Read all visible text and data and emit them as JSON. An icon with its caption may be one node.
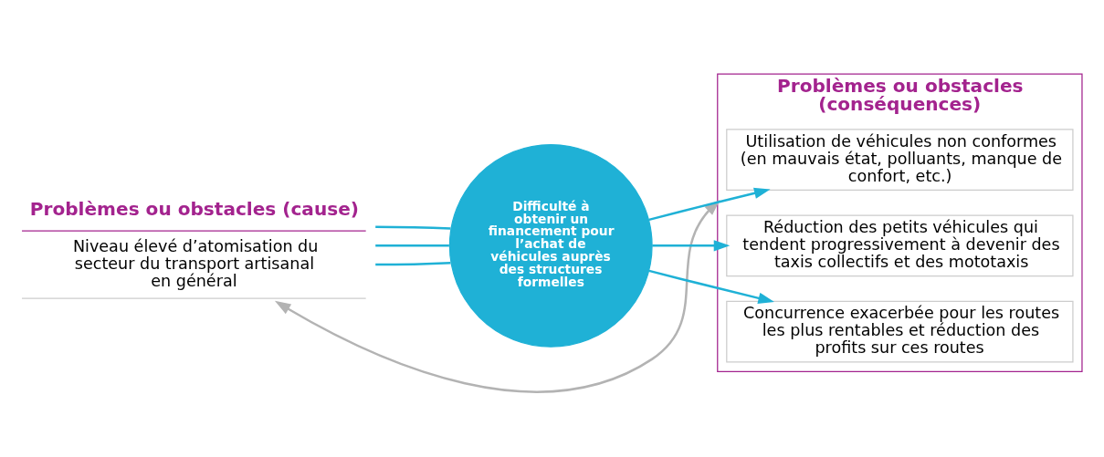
{
  "diagram": {
    "nodes": [
      {
        "text": [
          "Problèmes ou obstacles (cause)",
          "Niveau élevé d’atomisation du secteur du transport artisanal en général"
        ]
      },
      {
        "text": [
          "Difficulté à obtenir un financement pour l’achat de véhicules auprès des structures formelles"
        ]
      },
      {
        "text": [
          "Problèmes ou obstacles (conséquences)"
        ]
      },
      {
        "text": [
          "Utilisation de véhicules non conformes (en mauvais état, polluants, manque de confort, etc.)"
        ],
        "in": 2
      },
      {
        "text": [
          "Réduction des petits véhicules qui tendent progressivement à devenir des taxis collectifs et des mototaxis"
        ],
        "in": 2
      },
      {
        "text": [
          "Concurrence exacerbée pour les routes les plus rentables et réduction des profits sur ces routes"
        ],
        "in": 2
      }
    ],
    "edges": [
      {
        "from": 0,
        "to": 2,
        "arrow": "both",
        "color": "#b3b3b3"
      },
      {
        "from": 0,
        "to": 1,
        "arrow": "none"
      },
      {
        "from": 0,
        "to": 1,
        "arrow": "none"
      },
      {
        "from": 0,
        "to": 1,
        "arrow": "none"
      },
      {
        "from": 1,
        "to": 3,
        "arrow": "to"
      },
      {
        "from": 1,
        "to": 4,
        "arrow": "to"
      },
      {
        "from": 1,
        "to": 5,
        "arrow": "to"
      }
    ]
  }
}
